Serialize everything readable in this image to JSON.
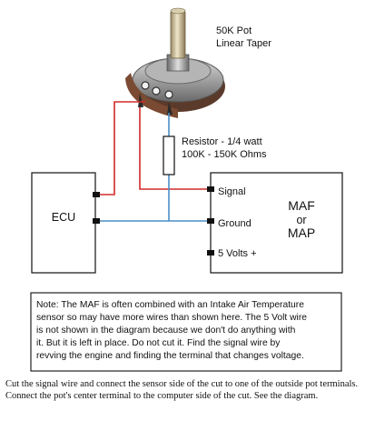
{
  "pot": {
    "title": "50K Pot",
    "subtitle": "Linear Taper"
  },
  "resistor": {
    "line1": "Resistor - 1/4 watt",
    "line2": "100K - 150K Ohms"
  },
  "ecu": {
    "label": "ECU"
  },
  "maf": {
    "line1": "MAF",
    "line2": "or",
    "line3": "MAP"
  },
  "terminals": {
    "signal": "Signal",
    "ground": "Ground",
    "volts": "5 Volts +"
  },
  "note": {
    "lines": [
      "Note:  The MAF is often combined with an Intake Air Temperature",
      "sensor so may have more wires than shown here.  The 5 Volt wire",
      "is not shown in the diagram because we don't do anything with",
      "it.  But it is left in place.  Do not cut it.  Find the signal wire by",
      "revving the engine and finding the terminal that changes voltage."
    ]
  },
  "caption": "Cut the signal wire and connect the sensor side of the cut to one of the outside pot terminals. Connect the pot's center terminal to the computer side of the cut. See the diagram.",
  "colors": {
    "signal_wire": "#d22a2a",
    "ground_wire": "#4a8fc8",
    "note_border": "#222222"
  }
}
